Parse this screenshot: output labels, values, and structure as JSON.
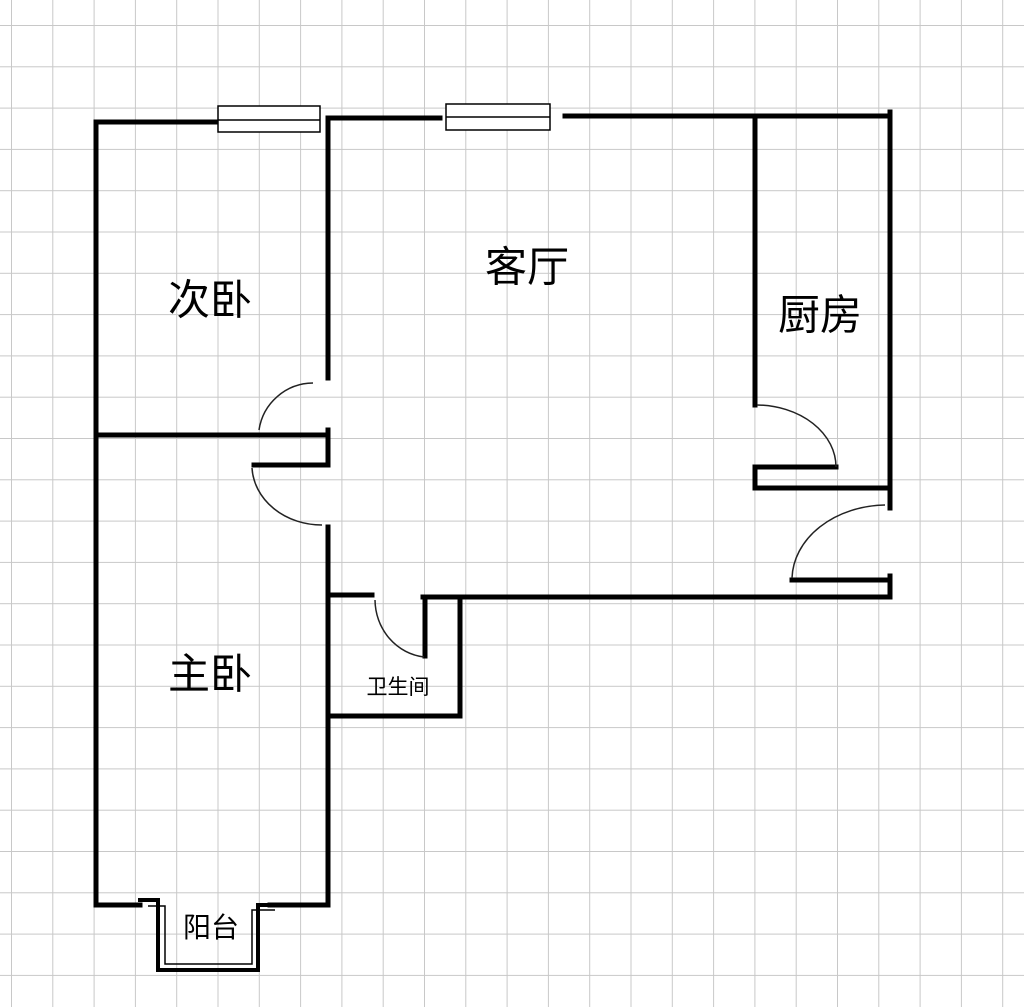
{
  "rooms": {
    "second_bedroom": "次卧",
    "living_room": "客厅",
    "kitchen": "厨房",
    "master_bedroom": "主卧",
    "bathroom": "卫生间",
    "balcony": "阳台"
  },
  "colors": {
    "grid": "#c8c8c8",
    "wall": "#000000",
    "background": "#ffffff"
  }
}
